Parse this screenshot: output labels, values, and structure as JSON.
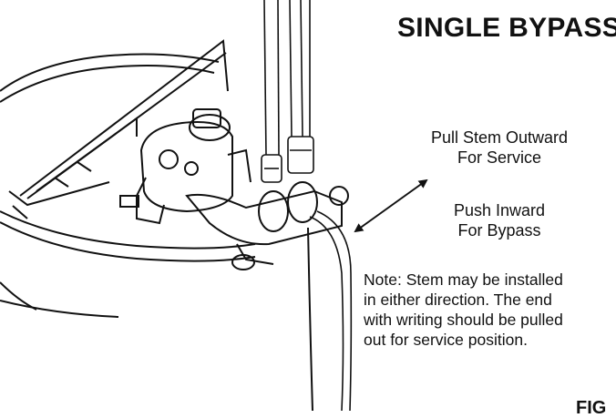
{
  "title": "SINGLE BYPASS",
  "labels": {
    "pull_line1": "Pull Stem Outward",
    "pull_line2": "For Service",
    "push_line1": "Push Inward",
    "push_line2": "For Bypass"
  },
  "note": {
    "line1": "Note: Stem may be installed",
    "line2": "in either direction. The end",
    "line3": "with writing should be pulled",
    "line4": "out for service position."
  },
  "figure_label": "FIG",
  "icons": {
    "arrow": "double-headed-arrow-icon"
  },
  "colors": {
    "ink": "#111111",
    "paper": "#ffffff"
  }
}
